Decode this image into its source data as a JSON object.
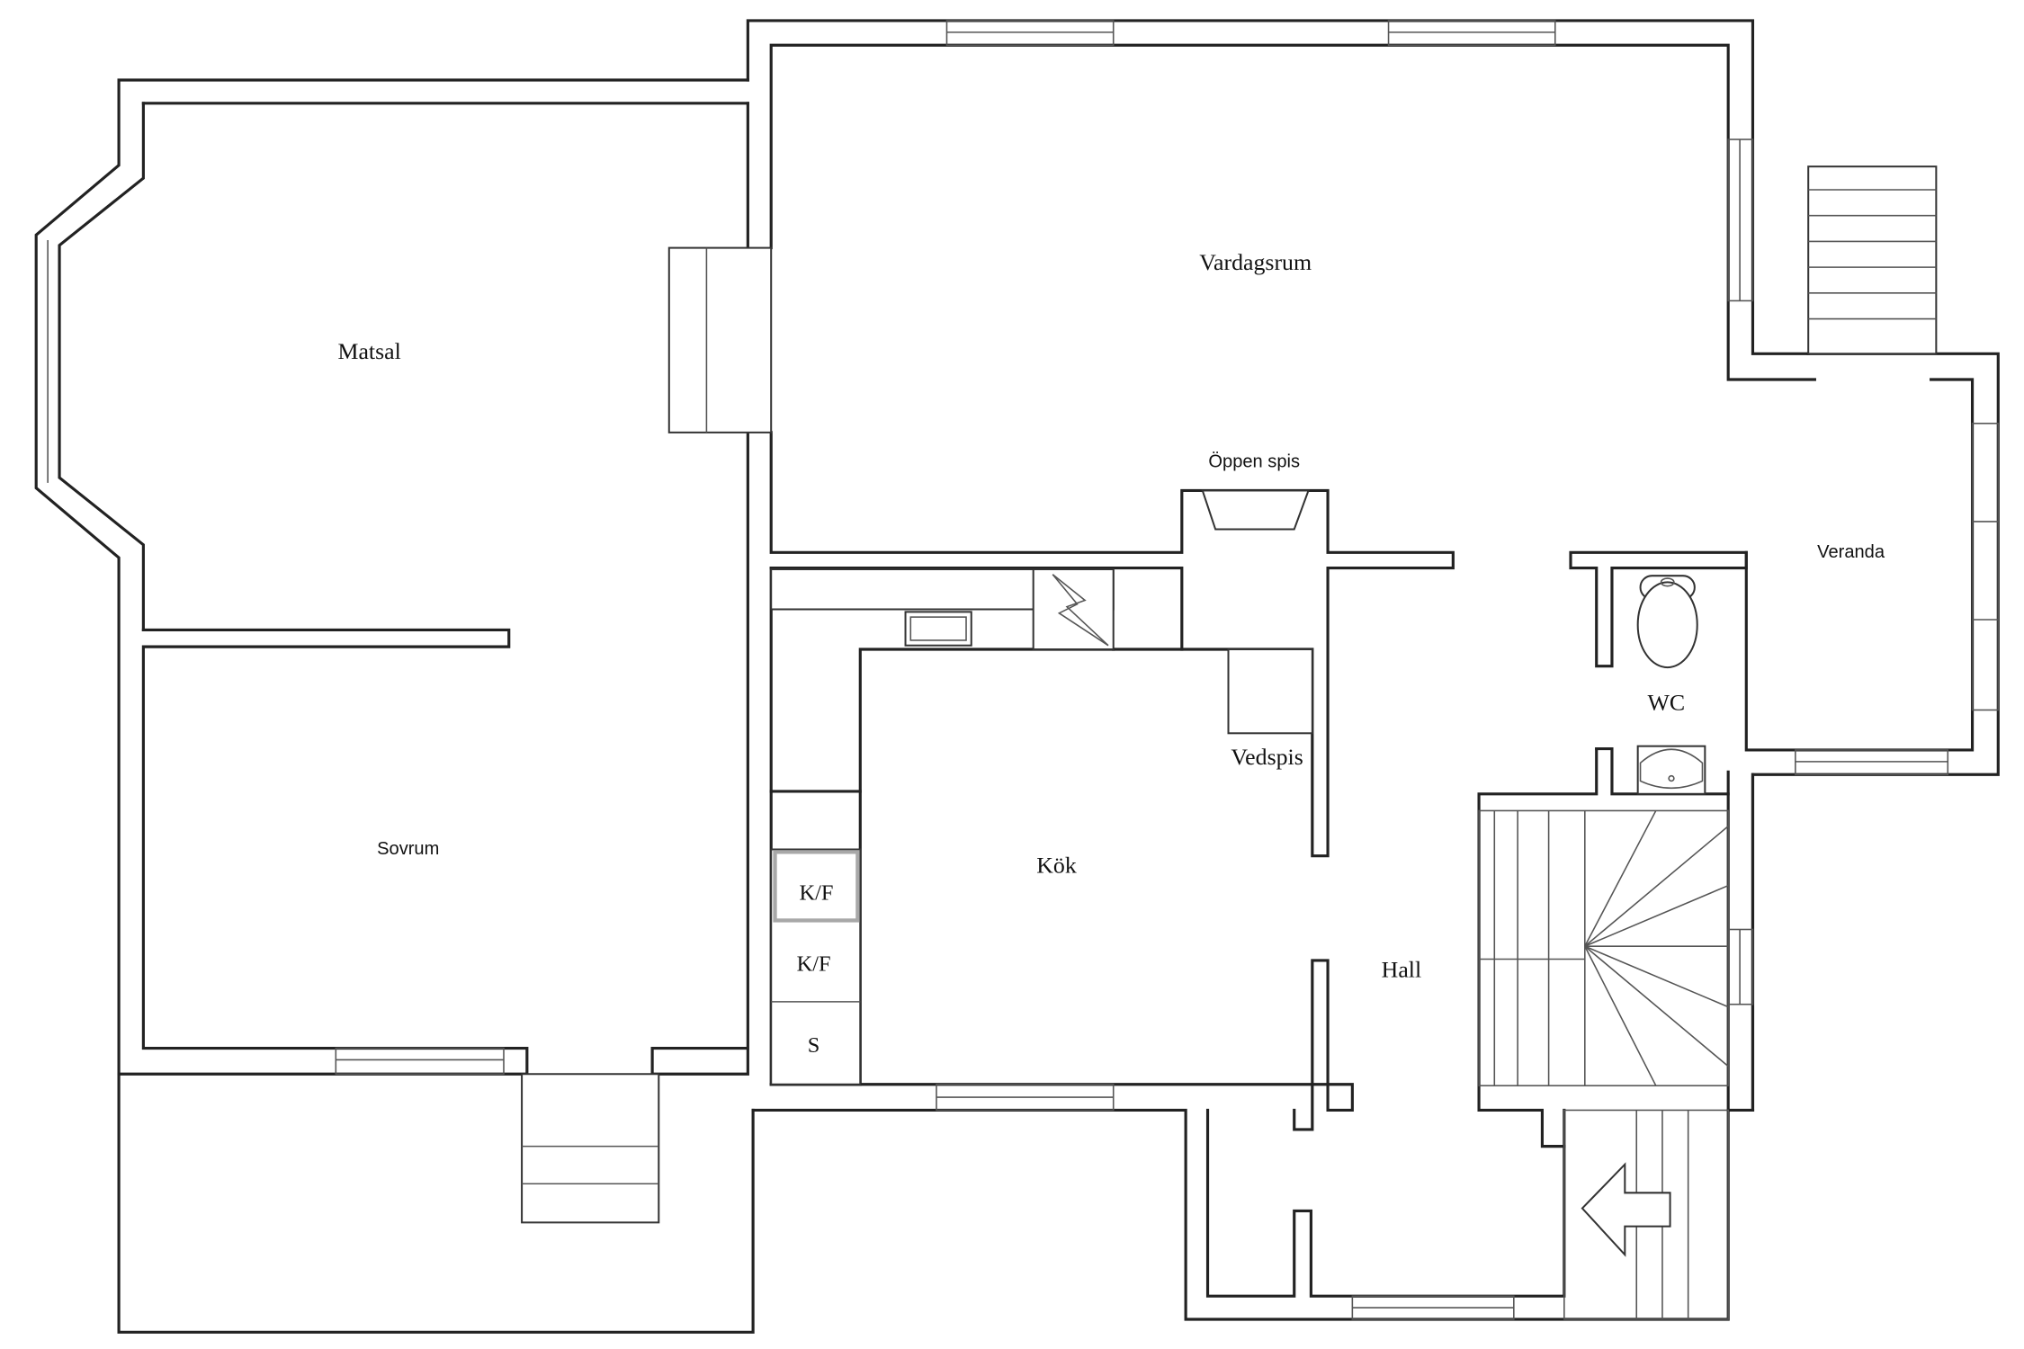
{
  "plan": {
    "rooms": {
      "vardagsrum": "Vardagsrum",
      "matsal": "Matsal",
      "sovrum": "Sovrum",
      "kok": "Kök",
      "hall": "Hall",
      "wc": "WC",
      "veranda": "Veranda"
    },
    "features": {
      "oppen_spis": "Öppen spis",
      "vedspis": "Vedspis"
    },
    "appliances": {
      "kf_top": "K/F",
      "kf_bottom": "K/F",
      "s": "S"
    }
  }
}
